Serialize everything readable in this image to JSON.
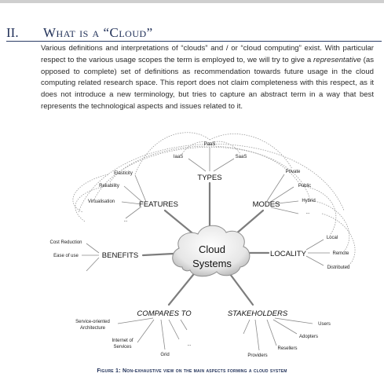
{
  "section": {
    "number": "II.",
    "title": "What is a “Cloud”"
  },
  "paragraph": {
    "before": "Various definitions and interpretations of “clouds” and / or “cloud computing” exist. With particular respect to the various usage scopes the term is employed to, we will try to give a ",
    "emphasis": "representative",
    "after": " (as opposed to complete) set of definitions as recommendation towards future usage in the cloud computing related research space. This report does not claim completeness with this respect, as it does not introduce a new terminology, but tries to capture an abstract term in a way that best represents the technological aspects and issues related to it."
  },
  "diagram": {
    "center_line1": "Cloud",
    "center_line2": "Systems",
    "types": {
      "label": "TYPES",
      "items": [
        "IaaS",
        "PaaS",
        "SaaS"
      ]
    },
    "features": {
      "label": "FEATURES",
      "items": [
        "Elasticity",
        "Reliability",
        "Virtualisation",
        "..."
      ]
    },
    "modes": {
      "label": "MODES",
      "items": [
        "Private",
        "Public",
        "Hybrid",
        "..."
      ]
    },
    "benefits": {
      "label": "BENEFITS",
      "items": [
        "Cost Reduction",
        "Ease of use"
      ]
    },
    "locality": {
      "label": "LOCALITY",
      "items": [
        "Local",
        "Remote",
        "Distributed"
      ]
    },
    "compares": {
      "label": "COMPARES TO",
      "items": [
        "Service-oriented",
        "Architecture",
        "Internet of",
        "Services",
        "Grid",
        "..."
      ]
    },
    "stakeholders": {
      "label": "STAKEHOLDERS",
      "items": [
        "Users",
        "Adopters",
        "Resellers",
        "Providers"
      ]
    }
  },
  "caption": "Figure 1: Non-exhaustive view on the main aspects forming a cloud system"
}
